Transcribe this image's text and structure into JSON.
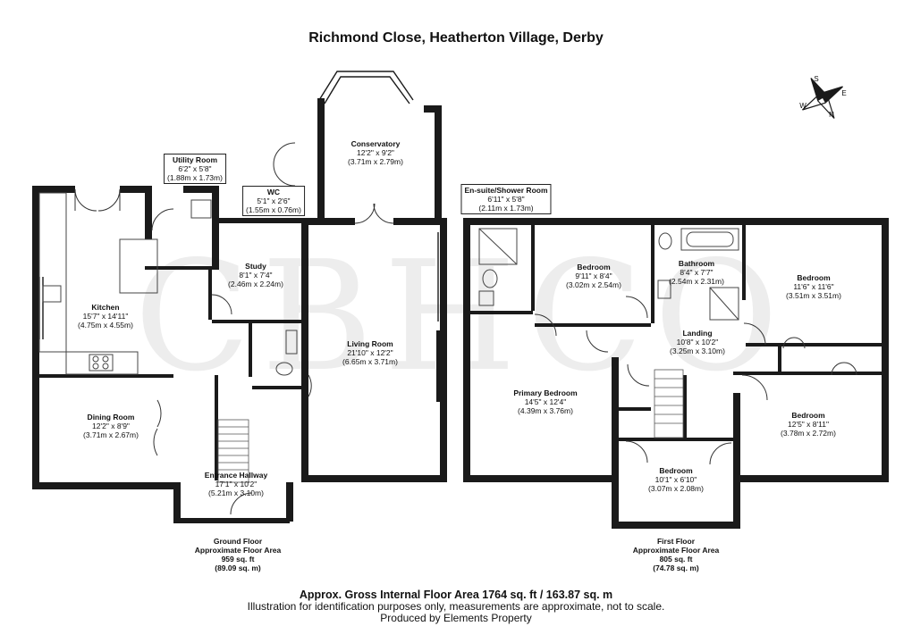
{
  "title": "Richmond Close, Heatherton Village, Derby",
  "watermark": "CBHCO",
  "compass": [
    "S",
    "W",
    "E",
    "N"
  ],
  "ground_floor": {
    "rooms": [
      {
        "id": "utility",
        "name": "Utility Room",
        "imperial": "6'2\" x 5'8\"",
        "metric": "(1.88m x 1.73m)"
      },
      {
        "id": "wc",
        "name": "WC",
        "imperial": "5'1\" x 2'6\"",
        "metric": "(1.55m x 0.76m)"
      },
      {
        "id": "conservatory",
        "name": "Conservatory",
        "imperial": "12'2\" x 9'2\"",
        "metric": "(3.71m x 2.79m)"
      },
      {
        "id": "study",
        "name": "Study",
        "imperial": "8'1\" x 7'4\"",
        "metric": "(2.46m x 2.24m)"
      },
      {
        "id": "kitchen",
        "name": "Kitchen",
        "imperial": "15'7\" x 14'11\"",
        "metric": "(4.75m x 4.55m)"
      },
      {
        "id": "living",
        "name": "Living Room",
        "imperial": "21'10\" x 12'2\"",
        "metric": "(6.65m x 3.71m)"
      },
      {
        "id": "dining",
        "name": "Dining Room",
        "imperial": "12'2\" x 8'9\"",
        "metric": "(3.71m x 2.67m)"
      },
      {
        "id": "hallway",
        "name": "Entrance Hallway",
        "imperial": "17'1\" x 10'2\"",
        "metric": "(5.21m x 3.10m)"
      }
    ],
    "area": {
      "l1": "Ground Floor",
      "l2": "Approximate Floor Area",
      "l3": "959 sq. ft",
      "l4": "(89.09 sq. m)"
    }
  },
  "first_floor": {
    "rooms": [
      {
        "id": "ensuite",
        "name": "En-suite/Shower Room",
        "imperial": "6'11\" x 5'8\"",
        "metric": "(2.11m x 1.73m)"
      },
      {
        "id": "bed_small",
        "name": "Bedroom",
        "imperial": "9'11\" x 8'4\"",
        "metric": "(3.02m x 2.54m)"
      },
      {
        "id": "bathroom",
        "name": "Bathroom",
        "imperial": "8'4\" x 7'7\"",
        "metric": "(2.54m x 2.31m)"
      },
      {
        "id": "bed_right",
        "name": "Bedroom",
        "imperial": "11'6\" x 11'6\"",
        "metric": "(3.51m x 3.51m)"
      },
      {
        "id": "landing",
        "name": "Landing",
        "imperial": "10'8\" x 10'2\"",
        "metric": "(3.25m x 3.10m)"
      },
      {
        "id": "primary",
        "name": "Primary Bedroom",
        "imperial": "14'5\" x 12'4\"",
        "metric": "(4.39m x 3.76m)"
      },
      {
        "id": "bed_lower",
        "name": "Bedroom",
        "imperial": "12'5\" x 8'11\"",
        "metric": "(3.78m x 2.72m)"
      },
      {
        "id": "bed_bottom",
        "name": "Bedroom",
        "imperial": "10'1\" x 6'10\"",
        "metric": "(3.07m x 2.08m)"
      }
    ],
    "area": {
      "l1": "First Floor",
      "l2": "Approximate Floor Area",
      "l3": "805 sq. ft",
      "l4": "(74.78 sq. m)"
    }
  },
  "summary": {
    "gia": "Approx. Gross Internal Floor Area 1764 sq. ft / 163.87 sq. m",
    "disclaimer": "Illustration for identification purposes only, measurements are approximate, not to scale.",
    "producer": "Produced by Elements Property"
  }
}
